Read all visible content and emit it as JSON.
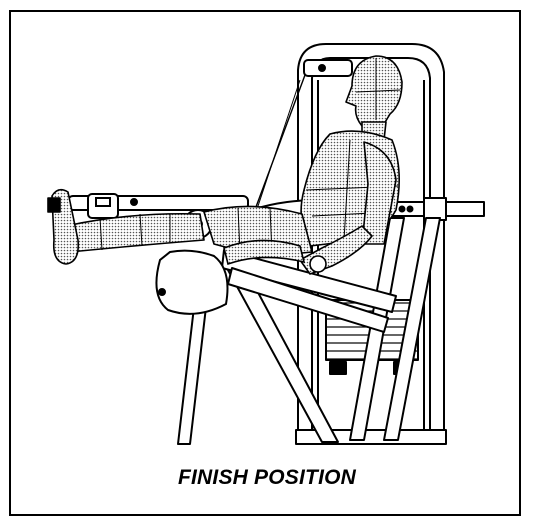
{
  "caption": "FINISH POSITION",
  "colors": {
    "ink": "#000000",
    "paper": "#ffffff",
    "shade": "#b8b8b8"
  },
  "illustration": {
    "subject": "seated-leg-extension-machine",
    "figure": "mannequin-seated-legs-extended"
  }
}
